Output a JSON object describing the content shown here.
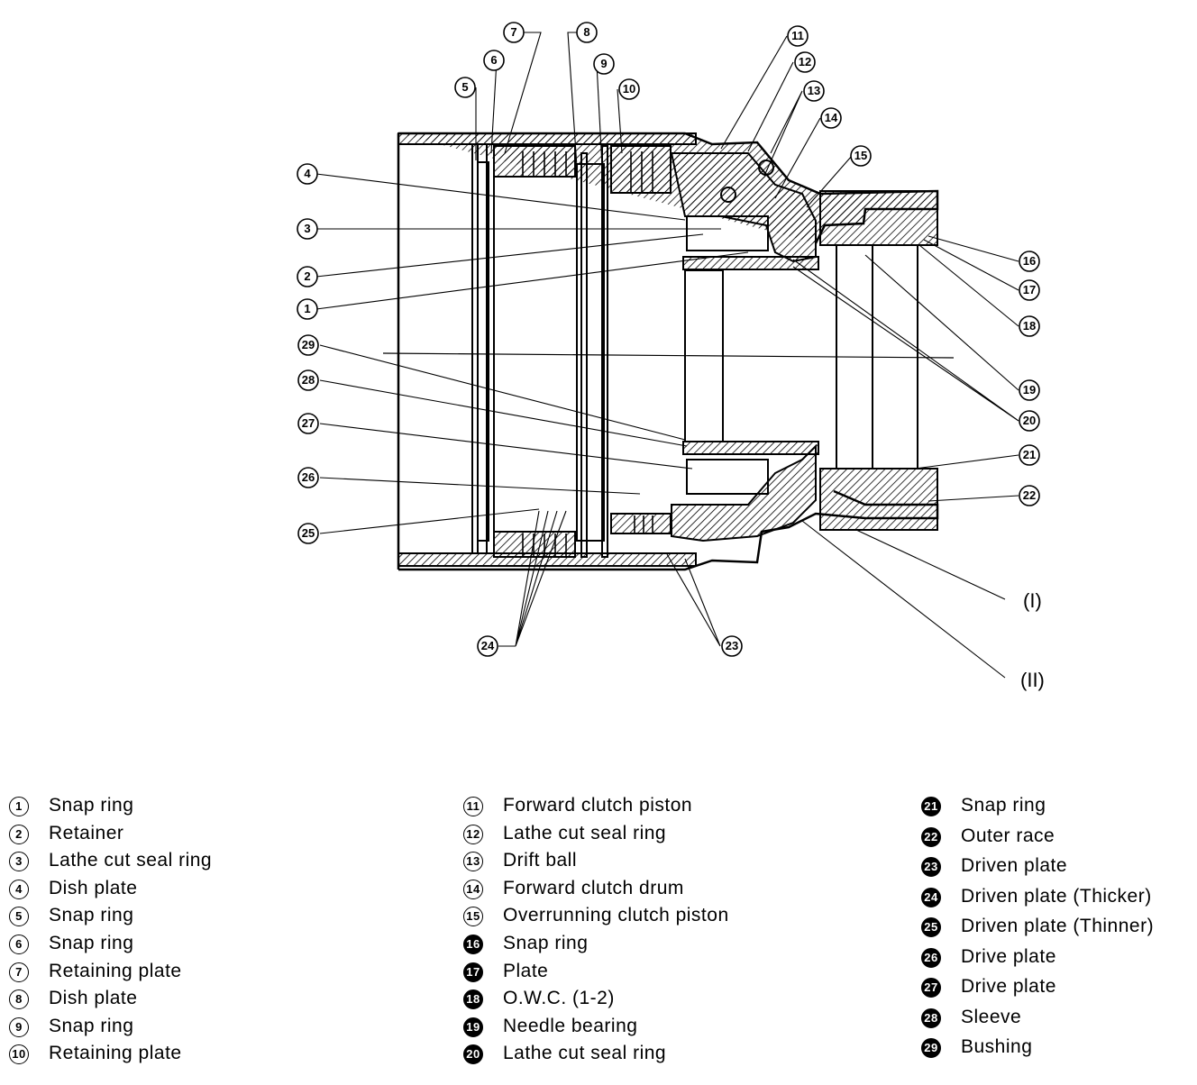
{
  "diagram": {
    "callouts": [
      "1",
      "2",
      "3",
      "4",
      "5",
      "6",
      "7",
      "8",
      "9",
      "10",
      "11",
      "12",
      "13",
      "14",
      "15",
      "16",
      "17",
      "18",
      "19",
      "20",
      "21",
      "22",
      "23",
      "24",
      "25",
      "26",
      "27",
      "28",
      "29"
    ],
    "roman_labels": [
      "(I)",
      "(II)"
    ]
  },
  "legend": {
    "columns": [
      [
        {
          "num": "1",
          "label": "Snap ring"
        },
        {
          "num": "2",
          "label": "Retainer"
        },
        {
          "num": "3",
          "label": "Lathe cut seal ring"
        },
        {
          "num": "4",
          "label": "Dish plate"
        },
        {
          "num": "5",
          "label": "Snap ring"
        },
        {
          "num": "6",
          "label": "Snap ring"
        },
        {
          "num": "7",
          "label": "Retaining plate"
        },
        {
          "num": "8",
          "label": "Dish plate"
        },
        {
          "num": "9",
          "label": "Snap ring"
        },
        {
          "num": "10",
          "label": "Retaining plate"
        }
      ],
      [
        {
          "num": "11",
          "label": "Forward clutch piston"
        },
        {
          "num": "12",
          "label": "Lathe cut seal ring"
        },
        {
          "num": "13",
          "label": "Drift ball"
        },
        {
          "num": "14",
          "label": "Forward clutch drum"
        },
        {
          "num": "15",
          "label": "Overrunning clutch piston"
        },
        {
          "num": "16",
          "label": "Snap ring"
        },
        {
          "num": "17",
          "label": "Plate"
        },
        {
          "num": "18",
          "label": "O.W.C. (1-2)"
        },
        {
          "num": "19",
          "label": "Needle bearing"
        },
        {
          "num": "20",
          "label": "Lathe cut seal ring"
        }
      ],
      [
        {
          "num": "21",
          "label": "Snap ring"
        },
        {
          "num": "22",
          "label": "Outer race"
        },
        {
          "num": "23",
          "label": "Driven plate"
        },
        {
          "num": "24",
          "label": "Driven plate (Thicker)"
        },
        {
          "num": "25",
          "label": "Driven plate (Thinner)"
        },
        {
          "num": "26",
          "label": "Drive plate"
        },
        {
          "num": "27",
          "label": "Drive plate"
        },
        {
          "num": "28",
          "label": "Sleeve"
        },
        {
          "num": "29",
          "label": "Bushing"
        }
      ]
    ]
  }
}
